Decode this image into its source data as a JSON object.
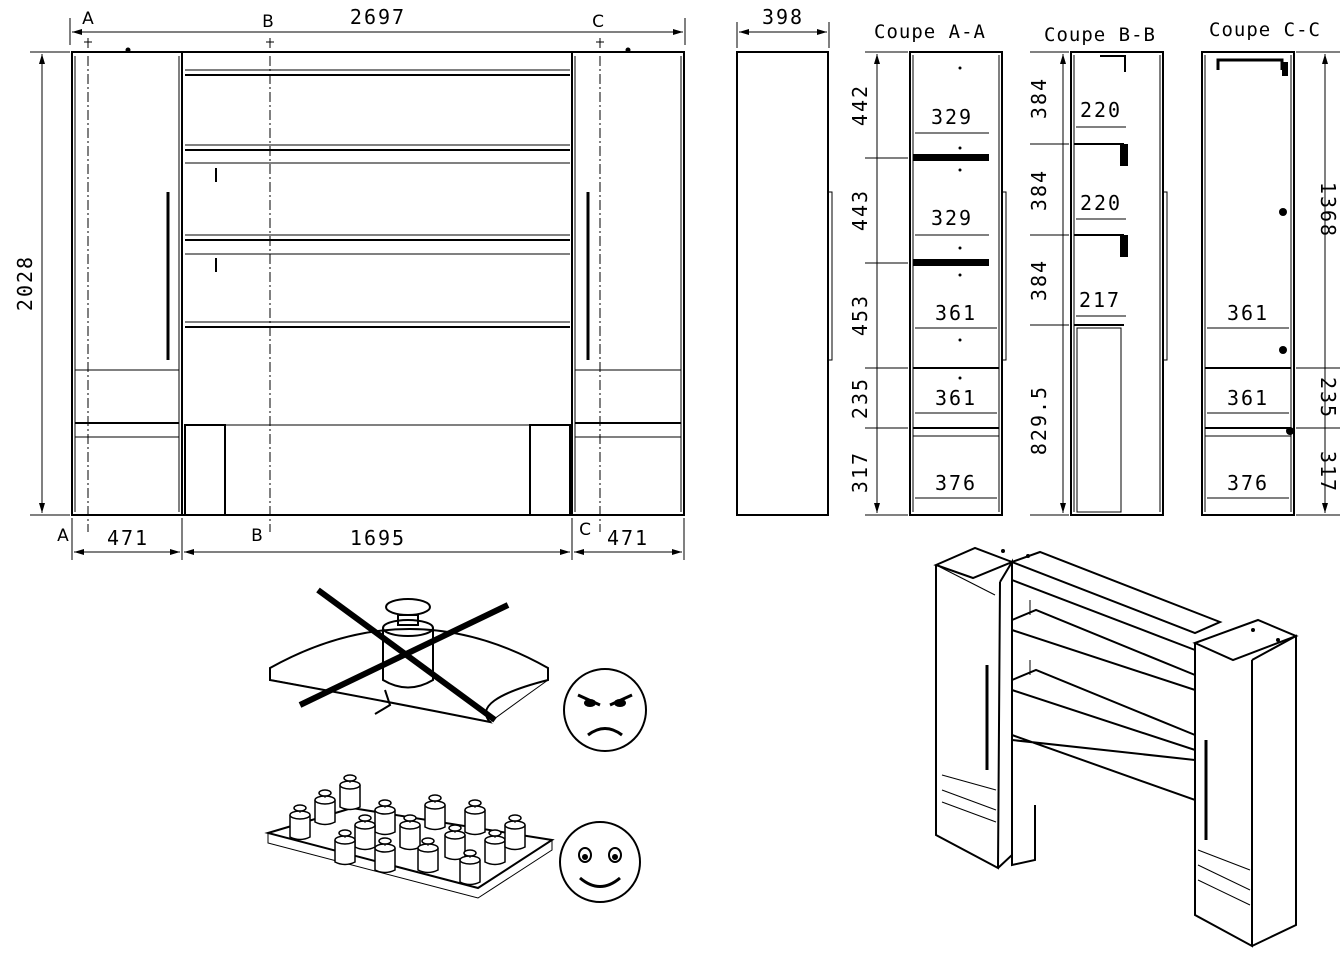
{
  "front_view": {
    "overall_width": "2697",
    "overall_height": "2028",
    "left_column_width": "471",
    "middle_width": "1695",
    "right_column_width": "471",
    "section_marks": {
      "a_top": "A",
      "b_top": "B",
      "c_top": "C",
      "a_bottom": "A",
      "b_bottom": "B",
      "c_bottom": "C"
    }
  },
  "side_view": {
    "depth": "398"
  },
  "section_aa": {
    "title": "Coupe  A-A",
    "heights": [
      "442",
      "443",
      "453",
      "235",
      "317"
    ],
    "widths": [
      "329",
      "329",
      "361",
      "361",
      "376"
    ]
  },
  "section_bb": {
    "title": "Coupe  B-B",
    "heights": [
      "384",
      "384",
      "384",
      "829.5"
    ],
    "widths": [
      "220",
      "220",
      "217"
    ]
  },
  "section_cc": {
    "title": "Coupe  C-C",
    "heights": [
      "1368",
      "235",
      "317"
    ],
    "widths": [
      "361",
      "361",
      "376"
    ]
  },
  "load_guidance": {
    "bad_icon": "angry-face-icon",
    "good_icon": "smiley-face-icon"
  }
}
